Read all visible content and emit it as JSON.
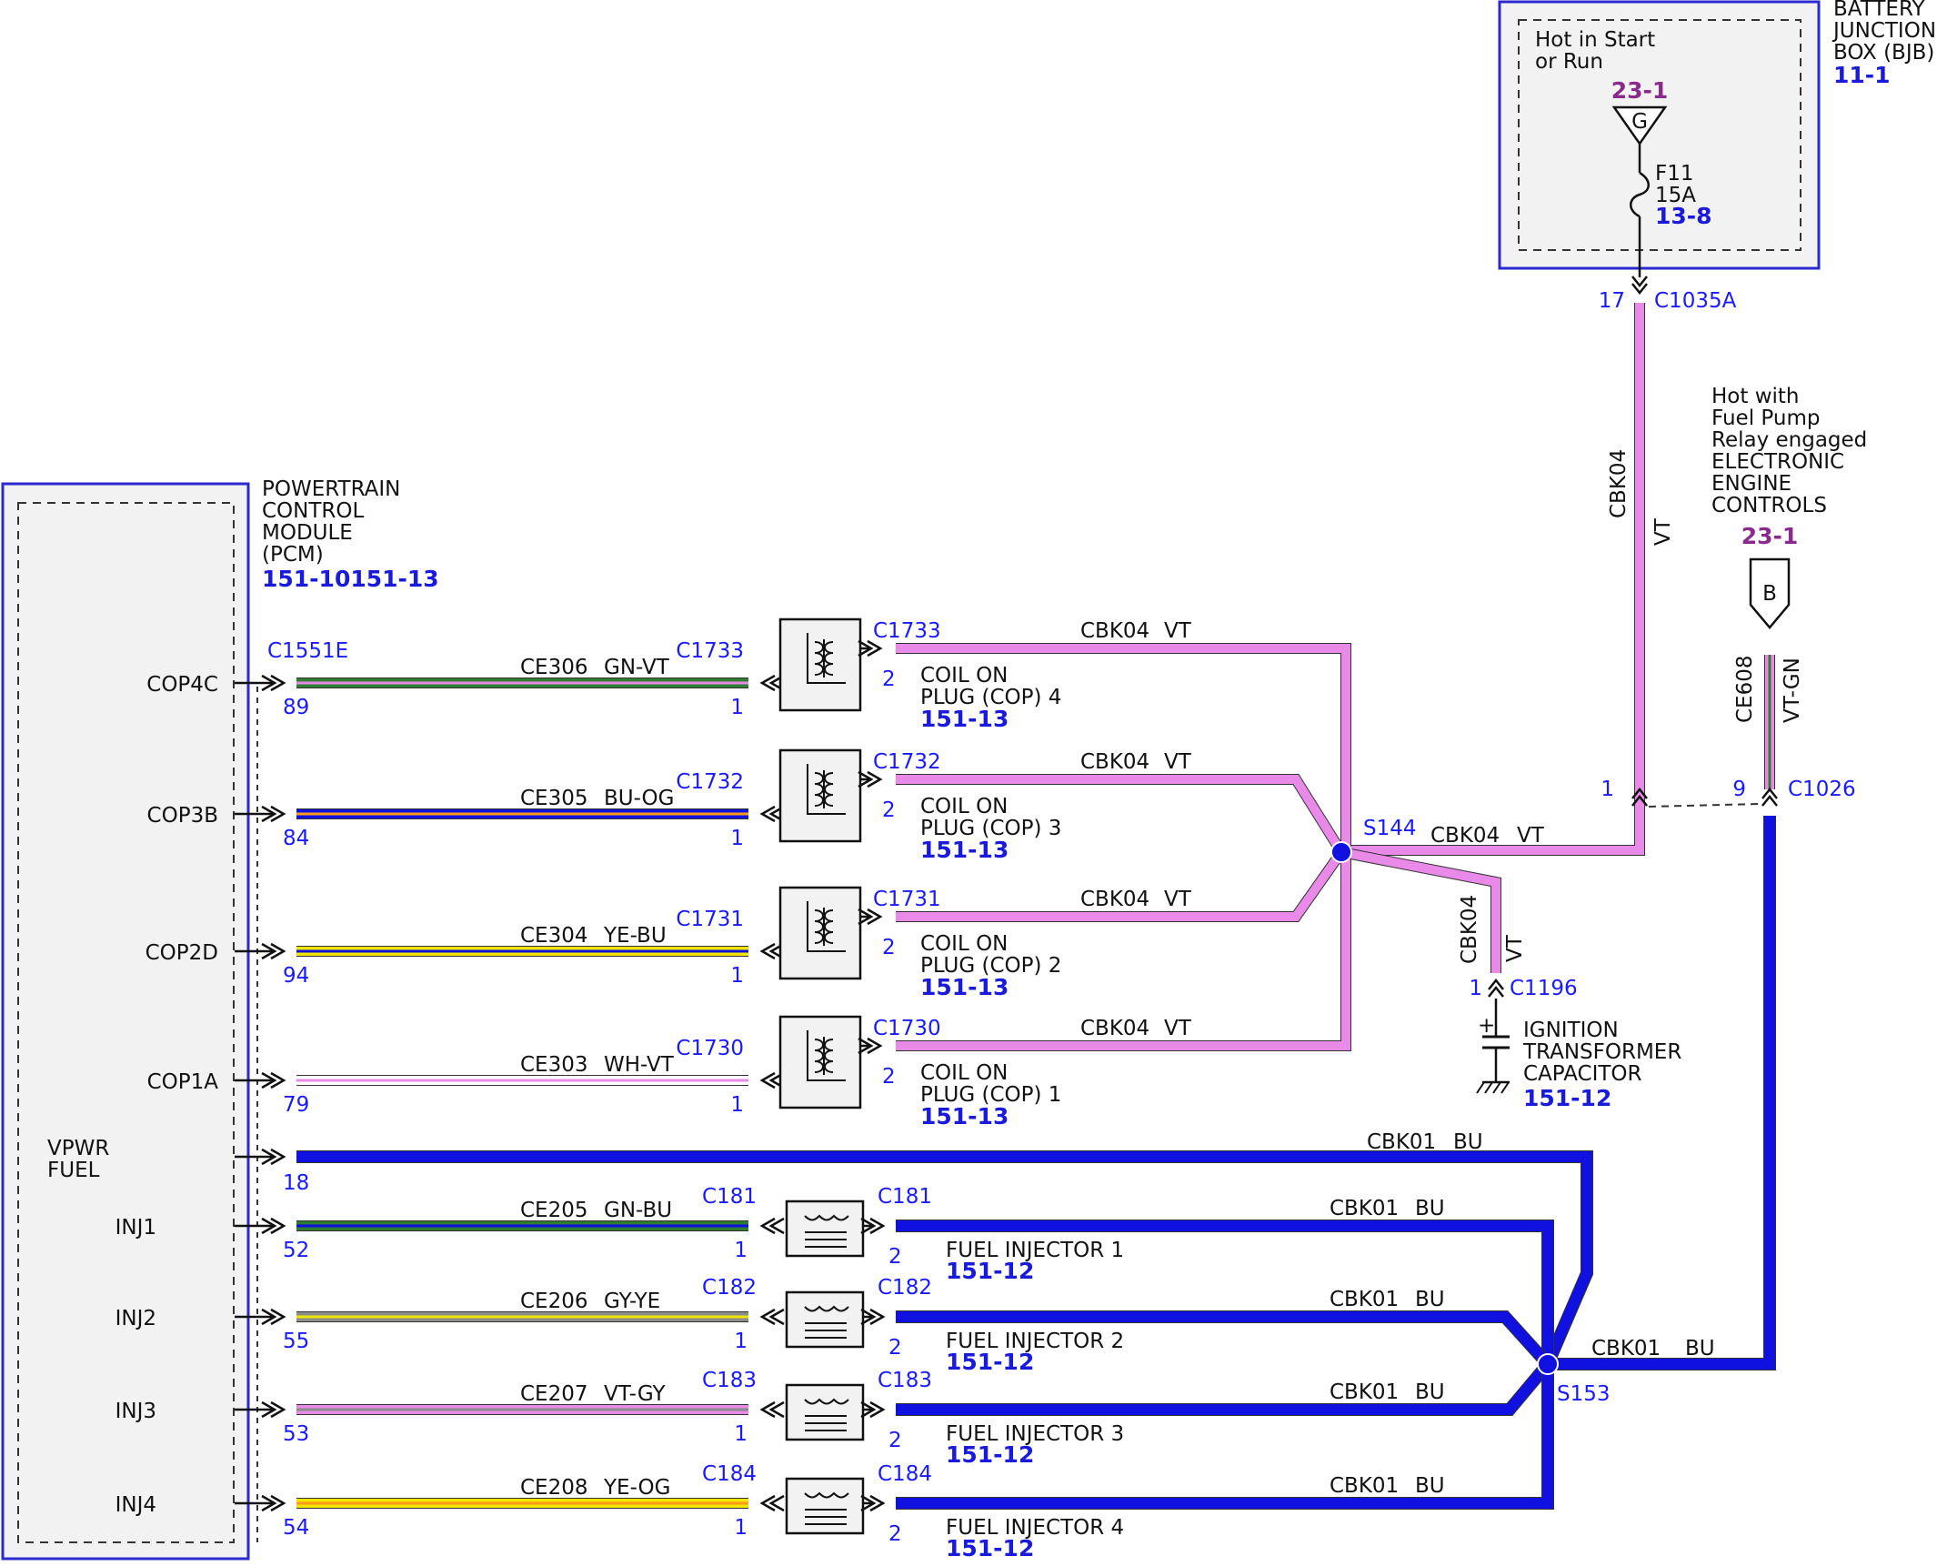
{
  "colors": {
    "connector_label": "#1a1aff",
    "reference": "#1a1adb",
    "splice_reference": "#8a2a8a",
    "VT": "#e98ae9",
    "BU": "#1010e0",
    "GN": "#2e7d32",
    "YE": "#f2e600",
    "OG": "#ff9a1a",
    "GY": "#8c8c8c",
    "WH": "#ffffff",
    "module_border": "#2a2acf",
    "module_fill": "#f2f2f2"
  },
  "bjb": {
    "title_lines": [
      "BATTERY",
      "JUNCTION",
      "BOX (BJB)"
    ],
    "ref": "11-1",
    "hot_lines": [
      "Hot in Start",
      "or Run"
    ],
    "splice_ref": "23-1",
    "splice_letter": "G",
    "fuse_name": "F11",
    "fuse_rating": "15A",
    "fuse_ref": "13-8",
    "connector": "C1035A",
    "pin": "17"
  },
  "eec": {
    "lines": [
      "Hot with",
      "Fuel Pump",
      "Relay engaged",
      "ELECTRONIC",
      "ENGINE",
      "CONTROLS"
    ],
    "ref": "23-1",
    "letter": "B",
    "circuit": "CE608",
    "color": "VT-GN",
    "connector": "C1026",
    "pin": "9",
    "pin_left": "1"
  },
  "pcm": {
    "title_lines": [
      "POWERTRAIN",
      "CONTROL",
      "MODULE",
      "(PCM)"
    ],
    "ref": "151-10151-13",
    "connector": "C1551E",
    "vpwr_lines": [
      "VPWR",
      "FUEL"
    ],
    "vpwr_pin": "18"
  },
  "cbk04": {
    "circuit": "CBK04",
    "color": "VT",
    "splice": "S144"
  },
  "cbk01": {
    "circuit": "CBK01",
    "color": "BU",
    "splice": "S153"
  },
  "coils": [
    {
      "pcm_label": "COP4C",
      "pcm_pin": "89",
      "circuit": "CE306",
      "color": "GN-VT",
      "connector": "C1733",
      "pin1": "1",
      "pin2": "2",
      "name1": "COIL ON",
      "name2": "PLUG (COP) 4",
      "ref": "151-13"
    },
    {
      "pcm_label": "COP3B",
      "pcm_pin": "84",
      "circuit": "CE305",
      "color": "BU-OG",
      "connector": "C1732",
      "pin1": "1",
      "pin2": "2",
      "name1": "COIL ON",
      "name2": "PLUG (COP) 3",
      "ref": "151-13"
    },
    {
      "pcm_label": "COP2D",
      "pcm_pin": "94",
      "circuit": "CE304",
      "color": "YE-BU",
      "connector": "C1731",
      "pin1": "1",
      "pin2": "2",
      "name1": "COIL ON",
      "name2": "PLUG (COP) 2",
      "ref": "151-13"
    },
    {
      "pcm_label": "COP1A",
      "pcm_pin": "79",
      "circuit": "CE303",
      "color": "WH-VT",
      "connector": "C1730",
      "pin1": "1",
      "pin2": "2",
      "name1": "COIL ON",
      "name2": "PLUG (COP) 1",
      "ref": "151-13"
    }
  ],
  "injectors": [
    {
      "pcm_label": "INJ1",
      "pcm_pin": "52",
      "circuit": "CE205",
      "color": "GN-BU",
      "connector": "C181",
      "pin1": "1",
      "pin2": "2",
      "name": "FUEL INJECTOR 1",
      "ref": "151-12"
    },
    {
      "pcm_label": "INJ2",
      "pcm_pin": "55",
      "circuit": "CE206",
      "color": "GY-YE",
      "connector": "C182",
      "pin1": "1",
      "pin2": "2",
      "name": "FUEL INJECTOR 2",
      "ref": "151-12"
    },
    {
      "pcm_label": "INJ3",
      "pcm_pin": "53",
      "circuit": "CE207",
      "color": "VT-GY",
      "connector": "C183",
      "pin1": "1",
      "pin2": "2",
      "name": "FUEL INJECTOR 3",
      "ref": "151-12"
    },
    {
      "pcm_label": "INJ4",
      "pcm_pin": "54",
      "circuit": "CE208",
      "color": "YE-OG",
      "connector": "C184",
      "pin1": "1",
      "pin2": "2",
      "name": "FUEL INJECTOR 4",
      "ref": "151-12"
    }
  ],
  "capacitor": {
    "connector": "C1196",
    "pin": "1",
    "circuit": "CBK04",
    "color": "VT",
    "lines": [
      "IGNITION",
      "TRANSFORMER",
      "CAPACITOR"
    ],
    "ref": "151-12"
  }
}
